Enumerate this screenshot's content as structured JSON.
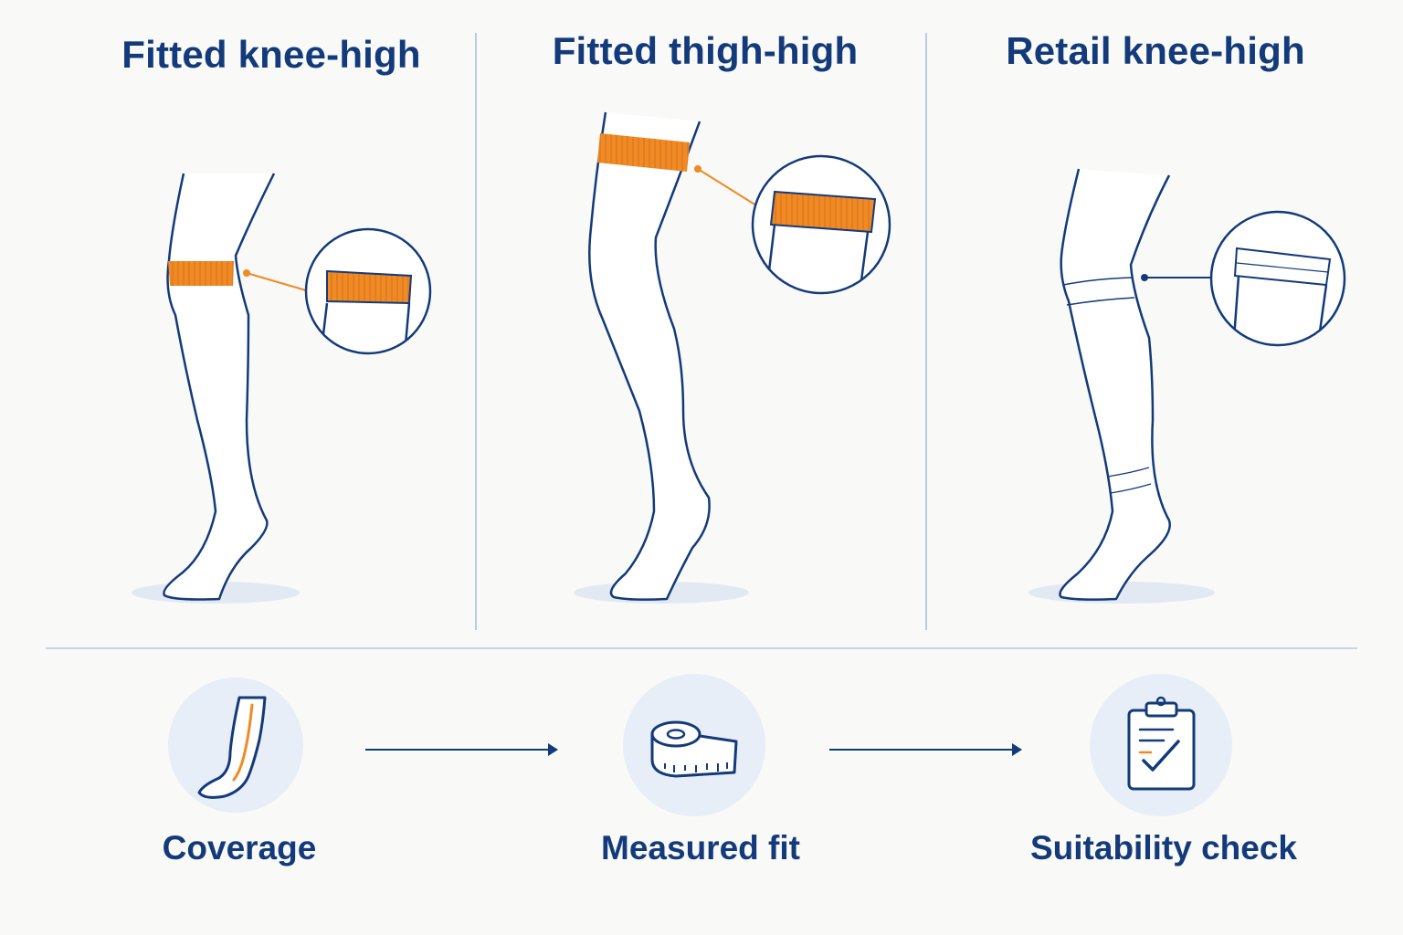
{
  "panels": [
    {
      "title": "Fitted knee-high",
      "band_style": "elastic",
      "band_color": "#f08a24"
    },
    {
      "title": "Fitted thigh-high",
      "band_style": "elastic",
      "band_color": "#f08a24"
    },
    {
      "title": "Retail knee-high",
      "band_style": "plain",
      "band_color": "#133a7a"
    }
  ],
  "steps": [
    {
      "label": "Coverage",
      "icon": "stocking-icon"
    },
    {
      "label": "Measured fit",
      "icon": "measuring-tape-icon"
    },
    {
      "label": "Suitability check",
      "icon": "clipboard-check-icon"
    }
  ],
  "colors": {
    "ink": "#133a7a",
    "accent": "#f08a24",
    "divider": "#b9cbe5",
    "circle_bg": "#e7eef7",
    "shadow": "#e3e9f3",
    "background": "#f9f9f7"
  }
}
